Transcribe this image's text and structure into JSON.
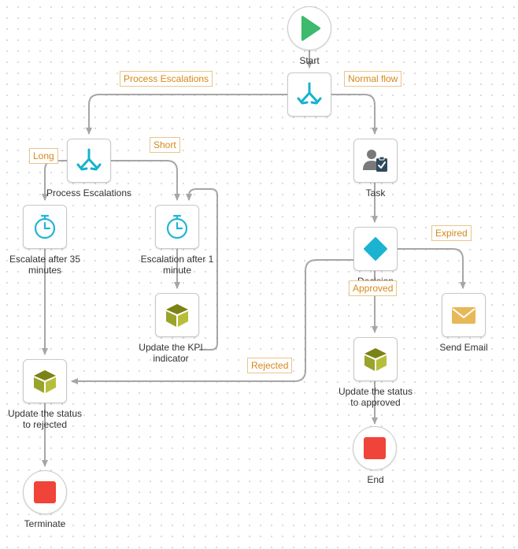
{
  "nodes": {
    "start": {
      "label": "Start"
    },
    "split_main": {
      "label": ""
    },
    "process_escalations": {
      "label": "Process Escalations"
    },
    "task": {
      "label": "Task"
    },
    "escalate_35": {
      "line1": "Escalate after 35",
      "line2": "minutes"
    },
    "escalation_1": {
      "line1": "Escalation after 1",
      "line2": "minute"
    },
    "update_kpi": {
      "line1": "Update the KPI",
      "line2": "indicator"
    },
    "decision": {
      "label": "Decision"
    },
    "send_email": {
      "label": "Send Email"
    },
    "update_rejected": {
      "line1": "Update the status",
      "line2": "to rejected"
    },
    "update_approved": {
      "line1": "Update the status",
      "line2": "to approved"
    },
    "terminate": {
      "label": "Terminate"
    },
    "end": {
      "label": "End"
    }
  },
  "flows": {
    "process_escalations": "Process Escalations",
    "normal_flow": "Normal flow",
    "long": "Long",
    "short": "Short",
    "expired": "Expired",
    "approved": "Approved",
    "rejected": "Rejected"
  },
  "colors": {
    "connector": "#a6a6a6",
    "flow_label_text": "#d4891a",
    "start_green": "#3dba6b",
    "stop_red": "#f0433a",
    "split_teal": "#16b3cc",
    "decision_teal": "#1ab3d1",
    "timer_teal": "#20b5d6",
    "box_olive": "#9aa32a",
    "email_amber": "#e8b858",
    "task_gray": "#7a7a7a",
    "task_navy": "#2f4b5c"
  },
  "icons": {
    "start": "play-icon",
    "split": "split-arrow-icon",
    "task": "user-task-icon",
    "timer": "timer-icon",
    "box": "cube-icon",
    "decision": "diamond-icon",
    "email": "envelope-icon",
    "stop": "stop-icon"
  }
}
